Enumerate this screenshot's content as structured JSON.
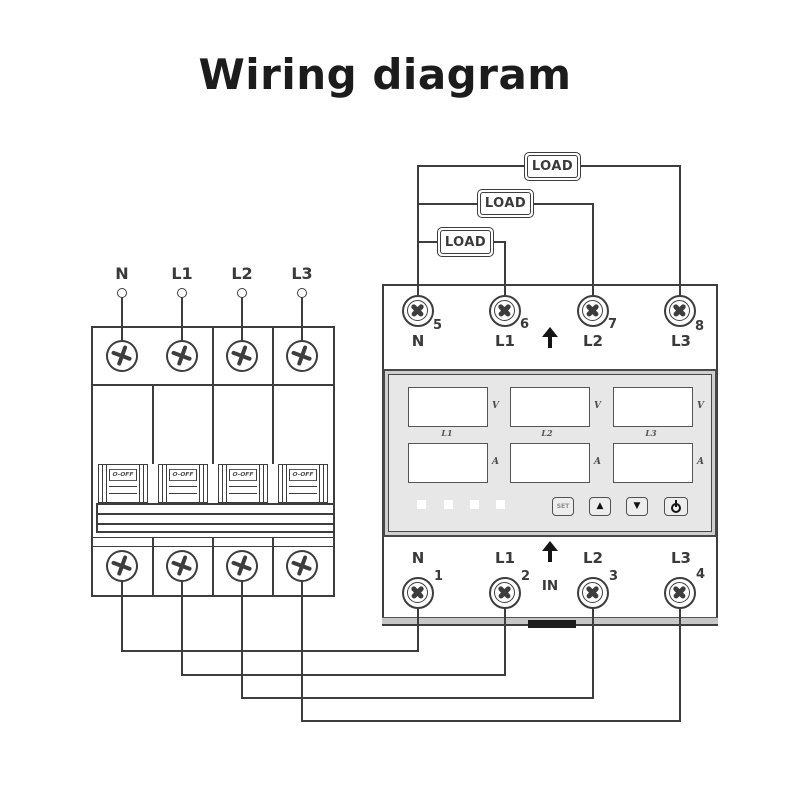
{
  "title": "Wiring diagram",
  "colors": {
    "line": "#3d3d3d",
    "panel_gray": "#e7e7e7",
    "edge_gray": "#c6c6c6",
    "black": "#141414",
    "white": "#ffffff"
  },
  "supply": {
    "labels": [
      "N",
      "L1",
      "L2",
      "L3"
    ]
  },
  "loads": {
    "labels": [
      "LOAD",
      "LOAD",
      "LOAD"
    ]
  },
  "breaker": {
    "switch_labels": [
      "O-OFF",
      "O-OFF",
      "O-OFF",
      "O-OFF"
    ]
  },
  "meter": {
    "top_terminals": [
      {
        "label": "N",
        "number": "5"
      },
      {
        "label": "L1",
        "number": "6"
      },
      {
        "label": "L2",
        "number": "7"
      },
      {
        "label": "L3",
        "number": "8"
      }
    ],
    "bottom_terminals": [
      {
        "label": "N",
        "number": "1"
      },
      {
        "label": "L1",
        "number": "2"
      },
      {
        "label": "L2",
        "number": "3"
      },
      {
        "label": "L3",
        "number": "4"
      }
    ],
    "in_label": "IN",
    "display": {
      "volt_unit": "V",
      "amp_unit": "A",
      "phases": [
        "L1",
        "L2",
        "L3"
      ]
    },
    "buttons": {
      "set": "SET",
      "up": "▲",
      "down": "▼",
      "power": "power-icon"
    }
  }
}
